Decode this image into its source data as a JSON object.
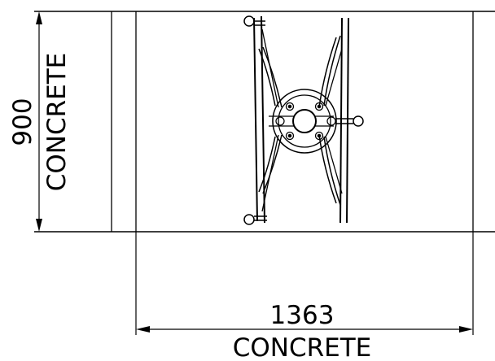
{
  "dimensions": {
    "height": {
      "value": "900",
      "material": "CONCRETE"
    },
    "width": {
      "value": "1363",
      "material": "CONCRETE"
    }
  },
  "colors": {
    "line": "#000000",
    "background": "#ffffff"
  }
}
